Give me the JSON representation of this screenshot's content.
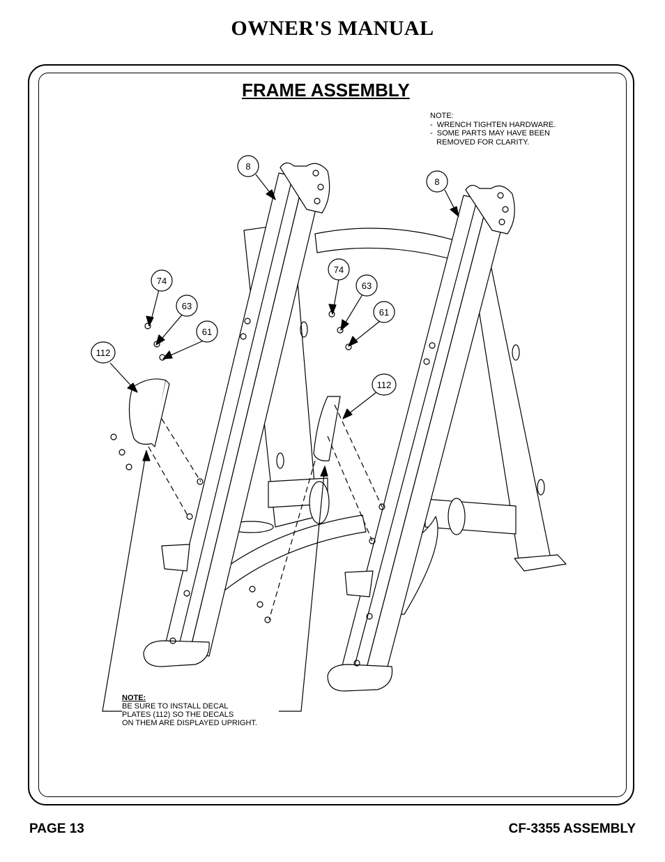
{
  "header": {
    "title": "OWNER'S MANUAL"
  },
  "section": {
    "title": "FRAME ASSEMBLY"
  },
  "note": {
    "lines": [
      "NOTE:",
      "-  WRENCH TIGHTEN HARDWARE.",
      "-  SOME PARTS MAY HAVE BEEN",
      "   REMOVED FOR CLARITY."
    ]
  },
  "decal_note": {
    "heading": "NOTE:",
    "lines": [
      "BE SURE TO INSTALL DECAL",
      "PLATES (112) SO THE DECALS",
      "ON THEM ARE DISPLAYED UPRIGHT."
    ]
  },
  "callouts": [
    {
      "label": "8"
    },
    {
      "label": "8"
    },
    {
      "label": "74"
    },
    {
      "label": "63"
    },
    {
      "label": "61"
    },
    {
      "label": "112"
    },
    {
      "label": "74"
    },
    {
      "label": "63"
    },
    {
      "label": "61"
    },
    {
      "label": "112"
    }
  ],
  "footer": {
    "page": "PAGE 13",
    "doc": "CF-3355 ASSEMBLY"
  }
}
